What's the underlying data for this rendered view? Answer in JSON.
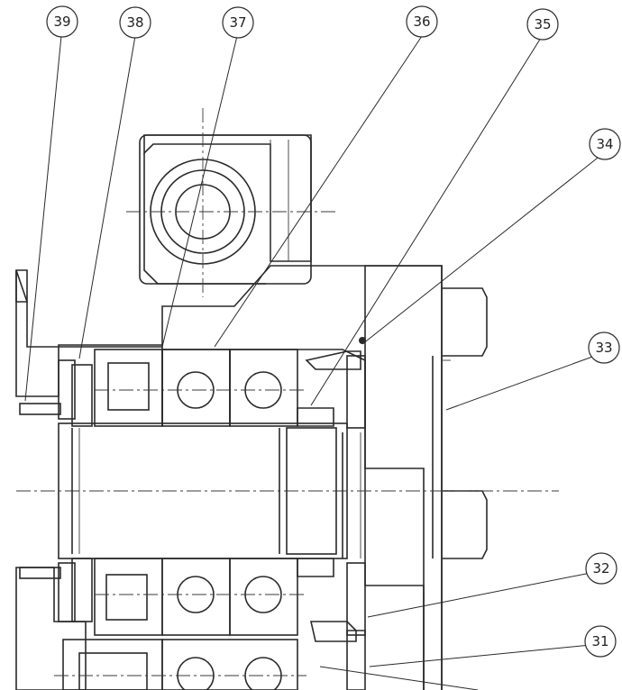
{
  "callouts": [
    {
      "id": "39",
      "label": "39"
    },
    {
      "id": "38",
      "label": "38"
    },
    {
      "id": "37",
      "label": "37"
    },
    {
      "id": "36",
      "label": "36"
    },
    {
      "id": "35",
      "label": "35"
    },
    {
      "id": "34",
      "label": "34"
    },
    {
      "id": "33",
      "label": "33"
    },
    {
      "id": "32",
      "label": "32"
    },
    {
      "id": "31",
      "label": "31"
    }
  ],
  "colors": {
    "ink": "#2a2a2a",
    "paper": "#ffffff"
  }
}
